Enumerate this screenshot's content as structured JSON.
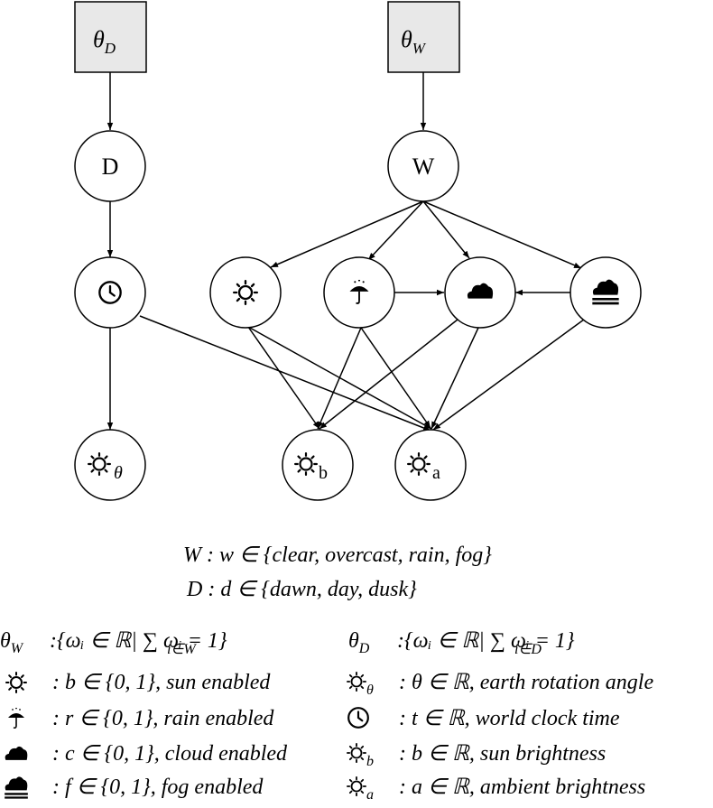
{
  "params": {
    "theta_d": {
      "symbol": "θ",
      "sub": "D"
    },
    "theta_w": {
      "symbol": "θ",
      "sub": "W"
    }
  },
  "nodes": {
    "d": "D",
    "w": "W",
    "sun_theta_sub": "θ",
    "sun_b_sub": "b",
    "sun_a_sub": "a"
  },
  "definitions": {
    "w_line": {
      "var": "W",
      "rhs": ": w ∈ {clear, overcast, rain, fog}"
    },
    "d_line": {
      "var": "D",
      "rhs": ": d ∈ {dawn, day, dusk}"
    }
  },
  "legend": {
    "theta_w": {
      "symbol": "θ",
      "sub": "W",
      "text": ":{ωᵢ ∈ ℝ| ∑ ωᵢ = 1}",
      "sum_sub": "i∈W"
    },
    "theta_d": {
      "symbol": "θ",
      "sub": "D",
      "text": ":{ωᵢ ∈ ℝ| ∑ ωᵢ = 1}",
      "sum_sub": "i∈D"
    },
    "sun": ": b ∈ {0, 1}, sun enabled",
    "rain": ": r ∈ {0, 1}, rain enabled",
    "cloud": ": c ∈ {0, 1}, cloud enabled",
    "fog": ": f ∈ {0, 1}, fog enabled",
    "sun_theta": {
      "sub": "θ",
      "text": ": θ ∈ ℝ, earth rotation angle"
    },
    "clock": ": t ∈ ℝ, world clock time",
    "sun_b": {
      "sub": "b",
      "text": ": b ∈ ℝ, sun brightness"
    },
    "sun_a": {
      "sub": "a",
      "text": ": a ∈ ℝ, ambient brightness"
    }
  }
}
